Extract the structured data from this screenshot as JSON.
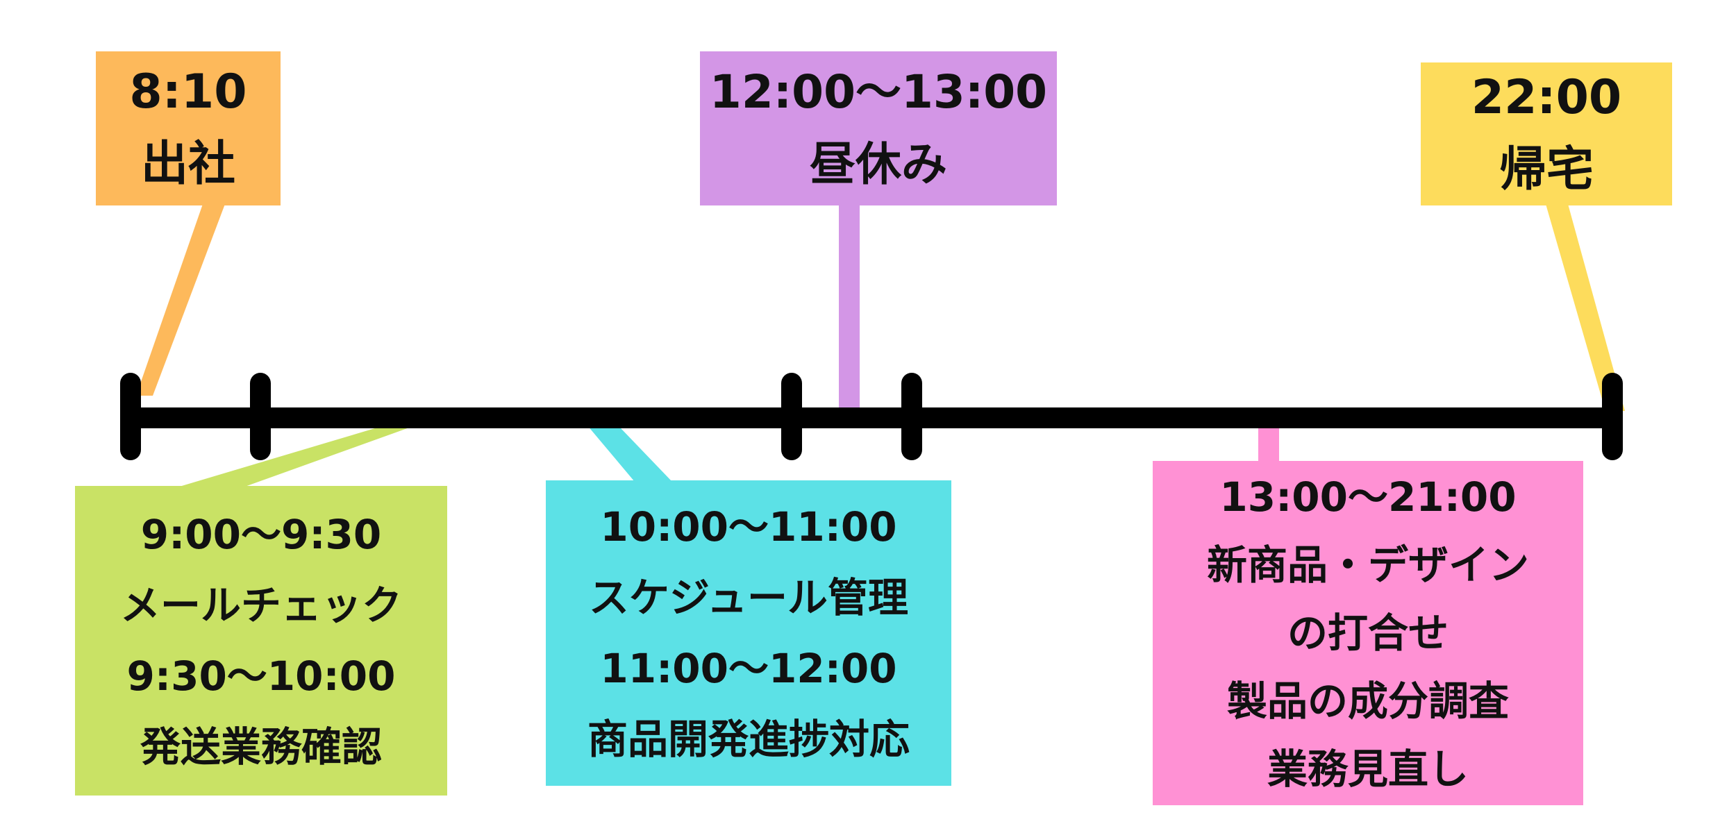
{
  "colors": {
    "timeline": "#000000",
    "arrive": "#FDB95B",
    "lunch": "#D396E6",
    "home": "#FDDC5C",
    "morning": "#C9E265",
    "midday": "#5CE1E6",
    "afternoon": "#FF91D4"
  },
  "events": {
    "arrive": {
      "lines": [
        "8:10",
        "出社"
      ]
    },
    "lunch": {
      "lines": [
        "12:00〜13:00",
        "昼休み"
      ]
    },
    "home": {
      "lines": [
        "22:00",
        "帰宅"
      ]
    },
    "morning": {
      "lines": [
        "9:00〜9:30",
        "メールチェック",
        "9:30〜10:00",
        "発送業務確認"
      ]
    },
    "midday": {
      "lines": [
        "10:00〜11:00",
        "スケジュール管理",
        "11:00〜12:00",
        "商品開発進捗対応"
      ]
    },
    "afternoon": {
      "lines": [
        "13:00〜21:00",
        "新商品・デザイン",
        "の打合せ",
        "製品の成分調査",
        "業務見直し"
      ]
    }
  }
}
